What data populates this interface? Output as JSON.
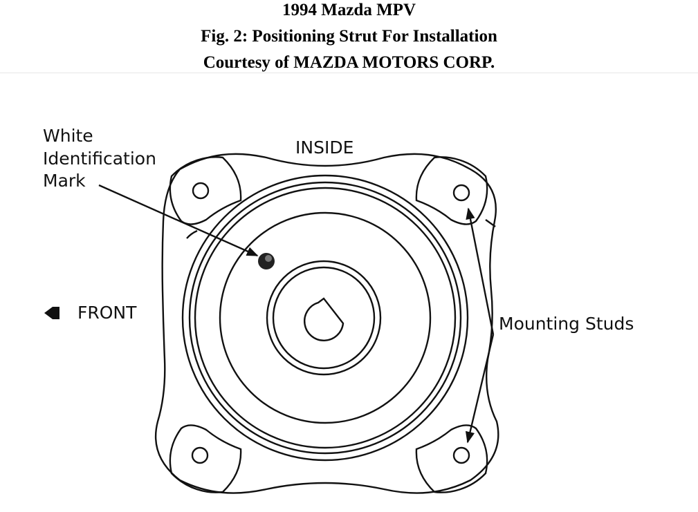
{
  "header": {
    "line1": "1994 Mazda MPV",
    "line2": "Fig. 2: Positioning Strut For Installation",
    "line3": "Courtesy of MAZDA MOTORS CORP."
  },
  "diagram": {
    "labels": {
      "white_mark_line1": "White",
      "white_mark_line2": "Identification",
      "white_mark_line3": "Mark",
      "inside": "INSIDE",
      "front": "FRONT",
      "mounting_studs": "Mounting Studs"
    },
    "stroke_color": "#111111"
  }
}
